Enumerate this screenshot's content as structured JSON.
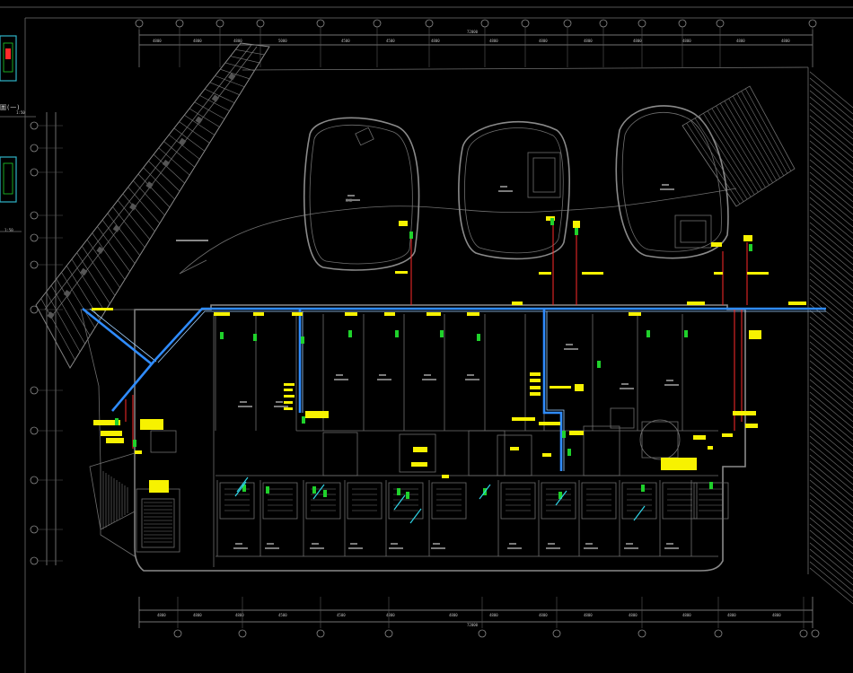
{
  "drawing": {
    "colors": {
      "background": "#000000",
      "walls": "#8a8a8a",
      "duct": "#2f8cff",
      "riser": "#ff2a2a",
      "tag": "#f7f200",
      "equipment": "#1fd12b"
    },
    "top_axis_bubbles": [
      "",
      "",
      "",
      "",
      "",
      "",
      "",
      "",
      "",
      "",
      "",
      "",
      "",
      ""
    ],
    "bottom_axis_bubbles": [
      "",
      "",
      "",
      "",
      "",
      "",
      "",
      "",
      "",
      "",
      "",
      "",
      "",
      ""
    ],
    "left_axis_bubbles": [
      "",
      "",
      "",
      "",
      "",
      "",
      "",
      "",
      "",
      "",
      ""
    ],
    "legend_title_fragment": "圖(一)",
    "legend_scale_1": "1:50",
    "legend_scale_2": "1:50"
  }
}
